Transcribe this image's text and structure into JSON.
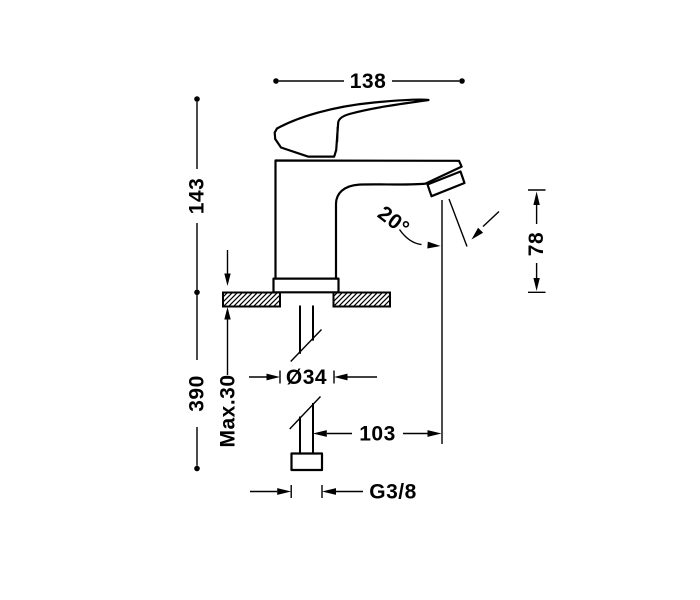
{
  "drawing": {
    "background_color": "#ffffff",
    "line_color": "#000000",
    "labels": {
      "spout_reach": "138",
      "height_above_deck": "143",
      "length_below_deck": "390",
      "max_deck_thickness": "Max.30",
      "hole_diameter": "Ø34",
      "outlet_offset": "103",
      "supply_thread": "G3/8",
      "outlet_height": "78",
      "outlet_angle": "20°"
    }
  }
}
